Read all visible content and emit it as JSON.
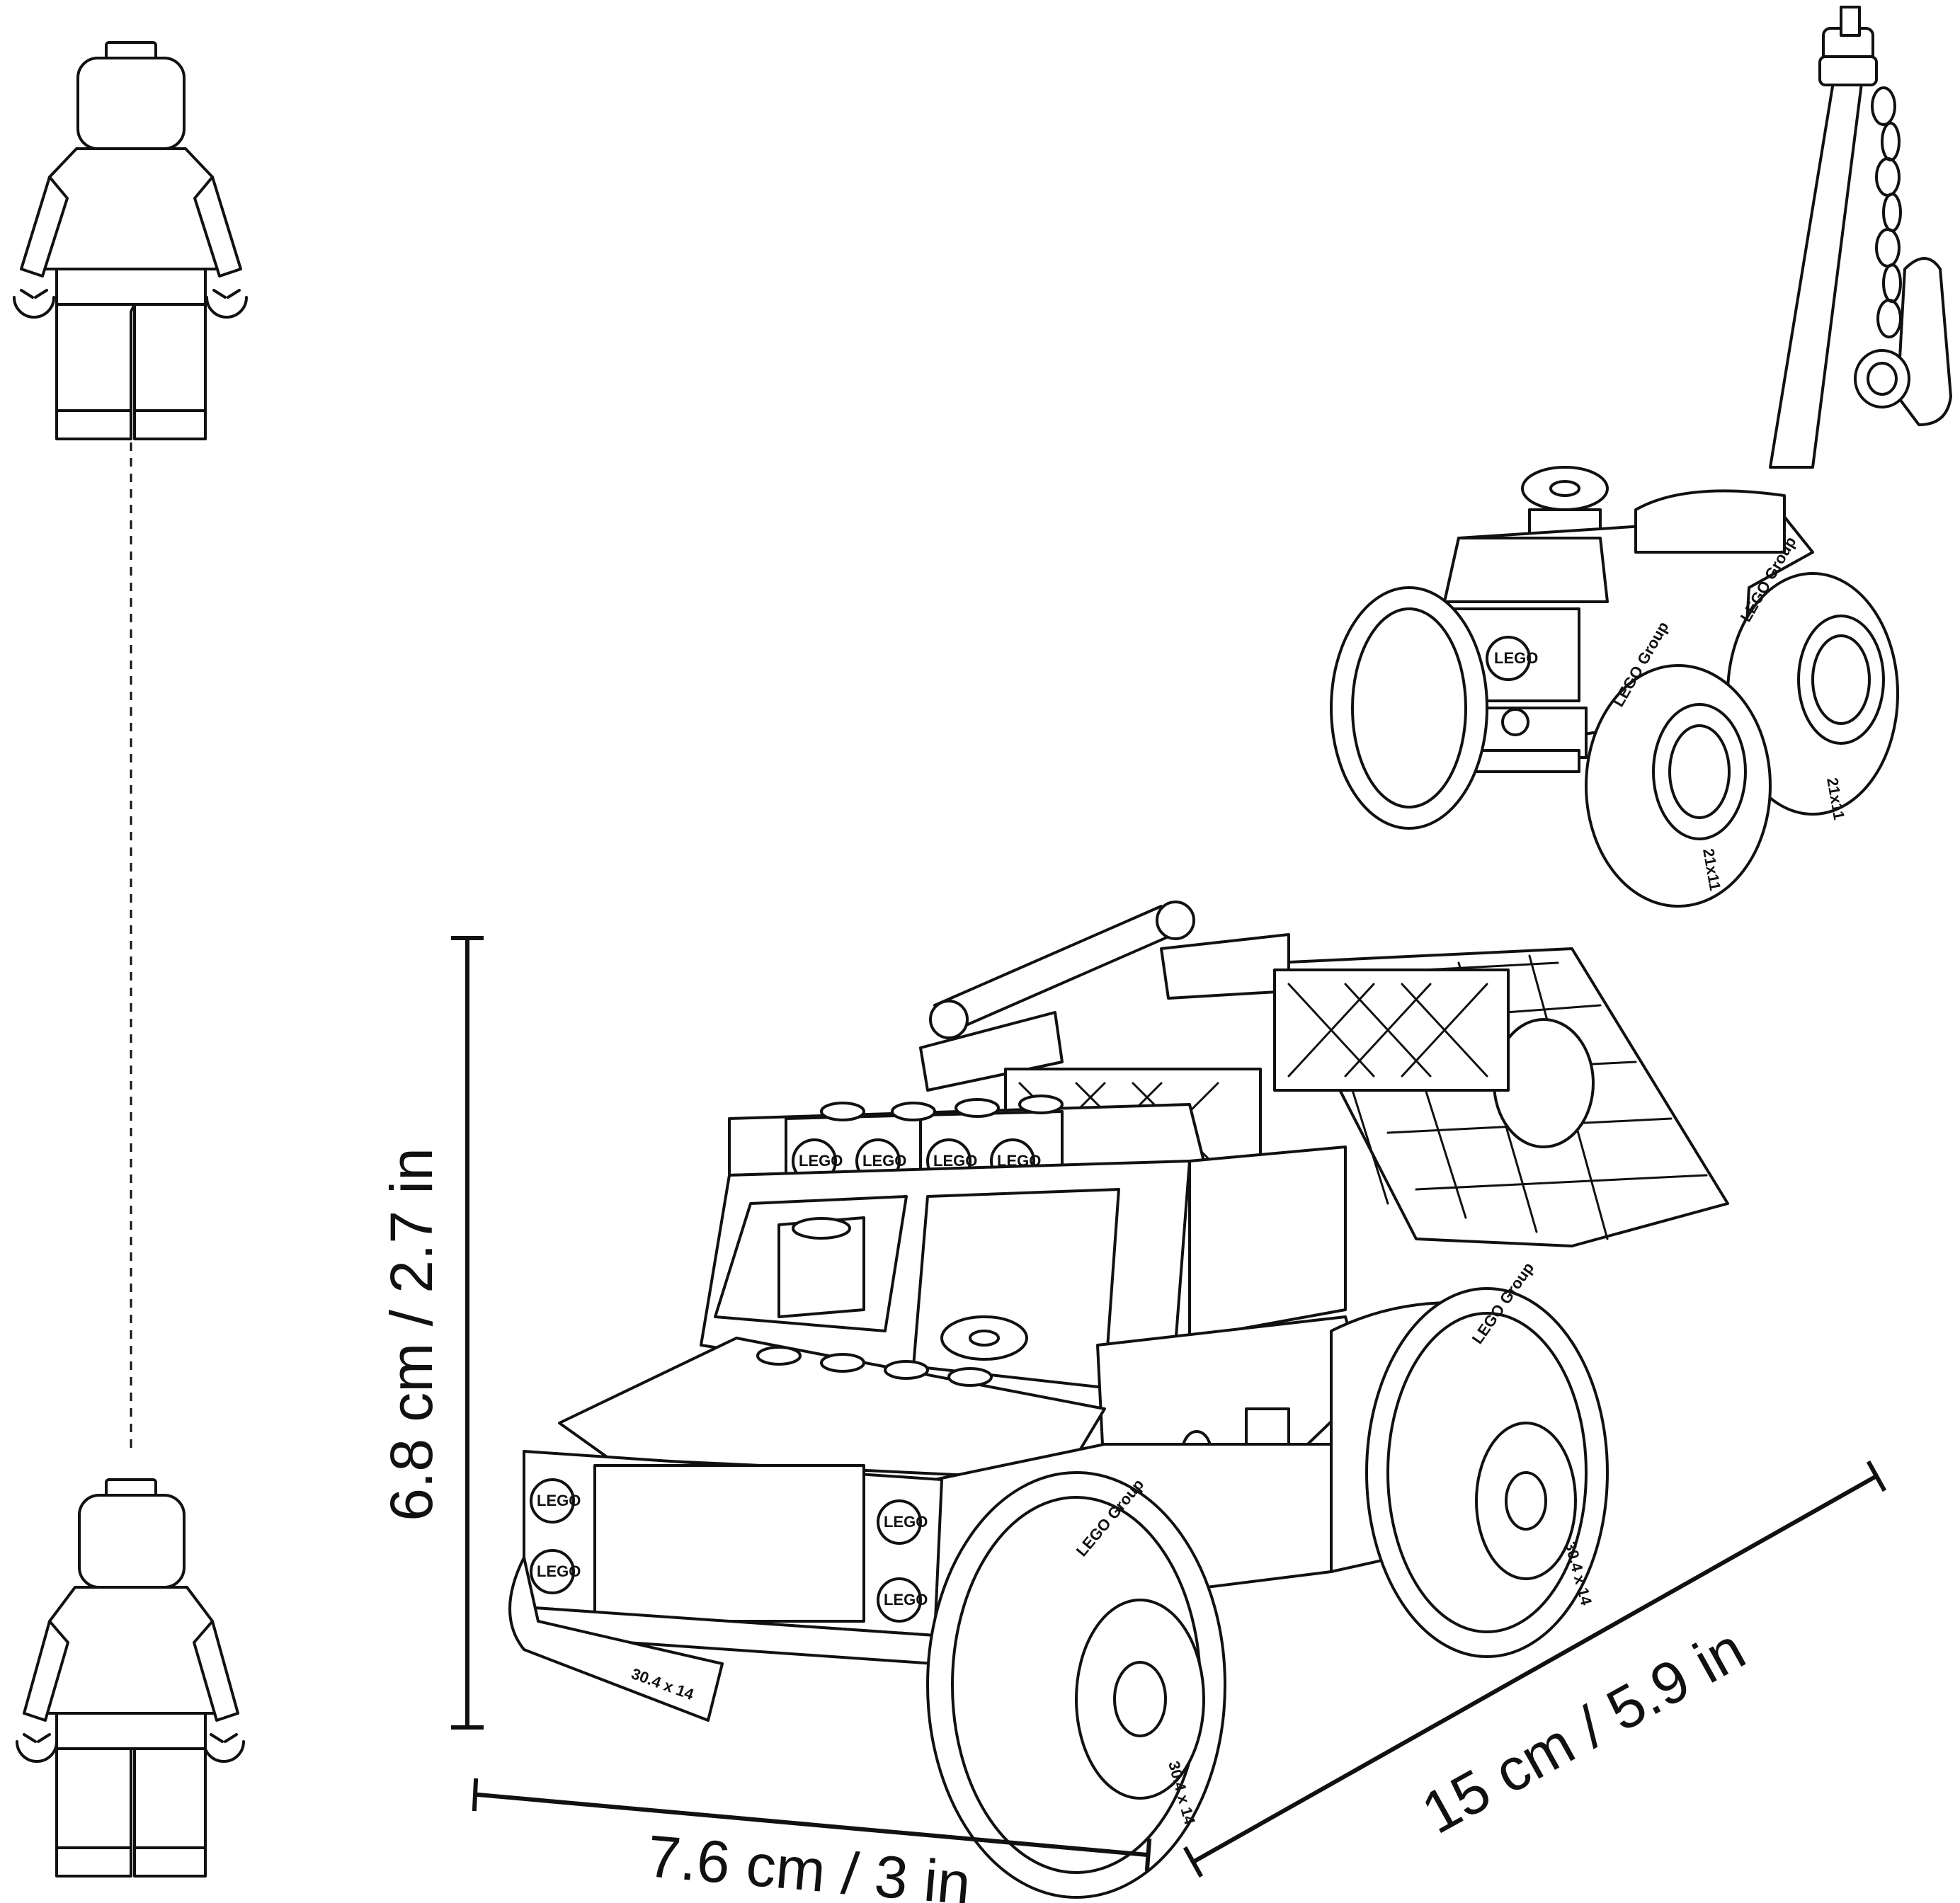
{
  "dimensions": {
    "height_label": "6.8 cm / 2.7 in",
    "width_label": "7.6 cm / 3 in",
    "length_label": "15 cm / 5.9 in"
  },
  "logo_text": "LEGO",
  "tire_brand": "LEGO Group",
  "tire_size_large": "30.4 x 14",
  "tire_size_small": "21x11",
  "colors": {
    "line": "#111111",
    "background": "#ffffff"
  }
}
